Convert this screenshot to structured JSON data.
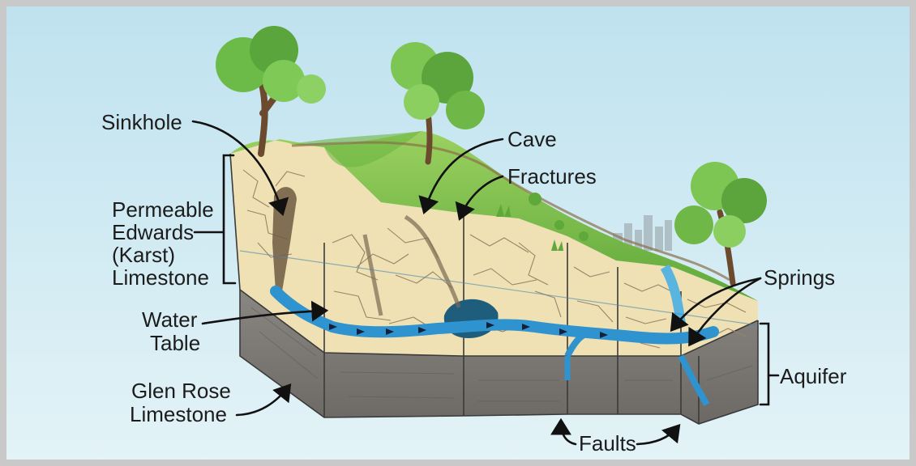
{
  "labels": {
    "sinkhole": "Sinkhole",
    "cave": "Cave",
    "fractures": "Fractures",
    "permeable": [
      "Permeable",
      "Edwards",
      "(Karst)",
      "Limestone"
    ],
    "springs": "Springs",
    "water_table": [
      "Water",
      "Table"
    ],
    "aquifer": "Aquifer",
    "glen_rose": [
      "Glen Rose",
      "Limestone"
    ],
    "faults": "Faults"
  },
  "colors": {
    "frame": "#c9c9c9",
    "sky": "#cfe9f2",
    "limestone": "#efe1b4",
    "glen_rose": "#7e7a77",
    "water": "#2f93cf",
    "grass": "#79bf4a"
  }
}
